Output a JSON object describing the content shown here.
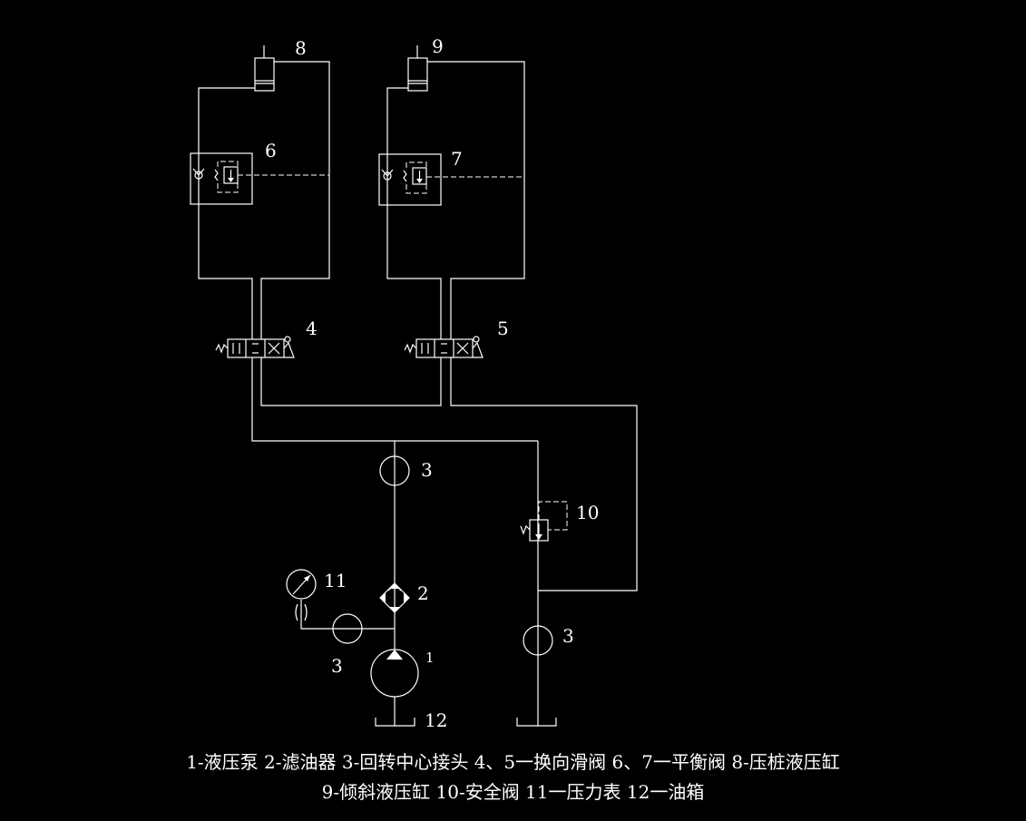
{
  "labels": {
    "pump": "1",
    "filter": "2",
    "joint_upper": "3",
    "joint_left": "3",
    "joint_right": "3",
    "valve_4": "4",
    "valve_5": "5",
    "balance_6": "6",
    "balance_7": "7",
    "cylinder_8": "8",
    "cylinder_9": "9",
    "safety_valve": "10",
    "gauge": "11",
    "tank": "12"
  },
  "legend": {
    "line1": "1-液压泵   2-滤油器   3-回转中心接头   4、5一换向滑阀   6、7一平衡阀   8-压桩液压缸",
    "line2": "9-倾斜液压缸   10-安全阀   11一压力表   12一油箱"
  },
  "colors": {
    "background": "#000000",
    "lines": "#ffffff"
  }
}
